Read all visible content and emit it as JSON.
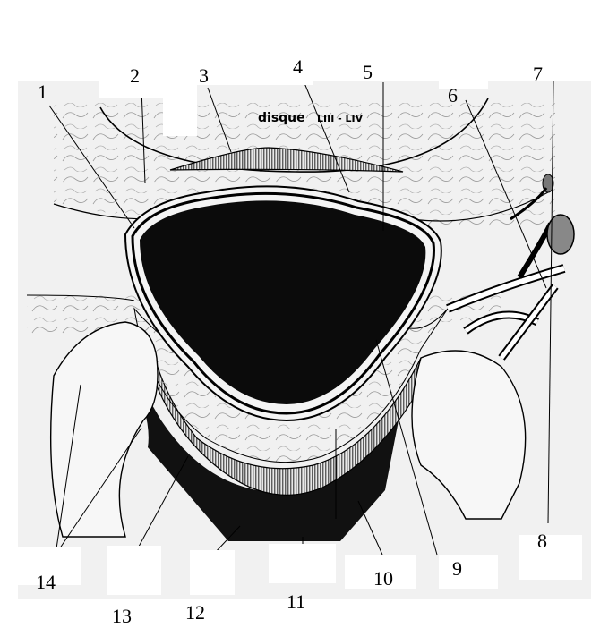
{
  "diagram": {
    "heading": "disque",
    "level": "LIII - LIV",
    "labels": [
      "1",
      "2",
      "3",
      "4",
      "5",
      "6",
      "7",
      "8",
      "9",
      "10",
      "11",
      "12",
      "13",
      "14"
    ]
  }
}
